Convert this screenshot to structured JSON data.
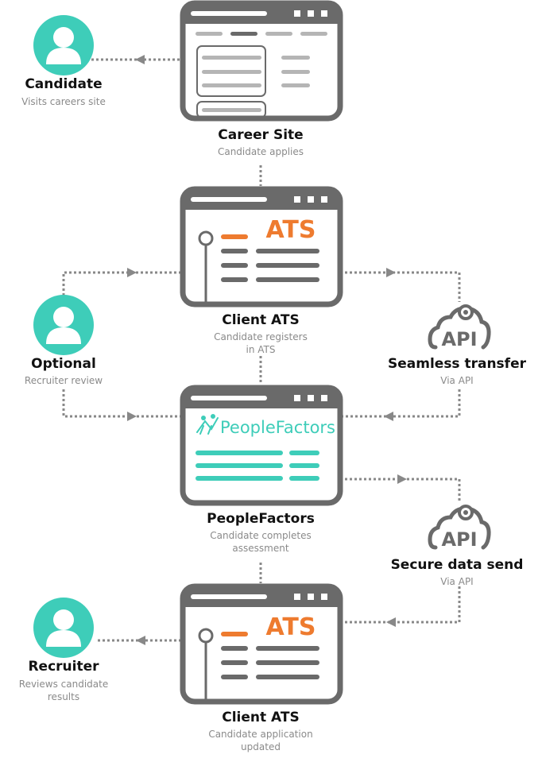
{
  "colors": {
    "frame": "#6a6a6a",
    "line": "#888888",
    "placeholder": "#b5b5b5",
    "teal": "#3ecdb9",
    "orange": "#ee7b2f",
    "text": "#111111",
    "subtext": "#8a8a8a"
  },
  "nodes": {
    "candidate": {
      "title": "Candidate",
      "subtitle": "Visits careers site"
    },
    "career_site": {
      "title": "Career Site",
      "subtitle": "Candidate applies"
    },
    "client_ats_1": {
      "title": "Client ATS",
      "subtitle_line1": "Candidate registers",
      "subtitle_line2": "in ATS",
      "logo": "ATS"
    },
    "optional": {
      "title": "Optional",
      "subtitle": "Recruiter review"
    },
    "api_1": {
      "title": "Seamless transfer",
      "subtitle": "Via API",
      "badge": "API"
    },
    "peoplefactors": {
      "title": "PeopleFactors",
      "subtitle_line1": "Candidate completes",
      "subtitle_line2": "assessment",
      "logo": "PeopleFactors"
    },
    "api_2": {
      "title": "Secure data send",
      "subtitle": "Via API",
      "badge": "API"
    },
    "recruiter": {
      "title": "Recruiter",
      "subtitle_line1": "Reviews candidate",
      "subtitle_line2": "results"
    },
    "client_ats_2": {
      "title": "Client ATS",
      "subtitle_line1": "Candidate application",
      "subtitle_line2": "updated",
      "logo": "ATS"
    }
  }
}
